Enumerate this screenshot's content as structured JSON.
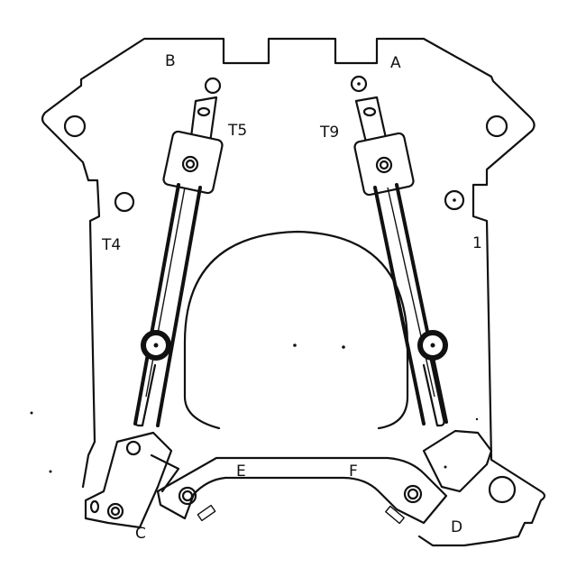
{
  "diagram": {
    "title": "",
    "labels": {
      "A": "A",
      "B": "B",
      "C": "C",
      "D": "D",
      "E": "E",
      "F": "F",
      "T4": "T4",
      "T5": "T5",
      "T9": "T9",
      "one": "1"
    },
    "components": [
      {
        "id": "left-link-arm",
        "description": "Left slotted link arm with terminal tab and pivot"
      },
      {
        "id": "right-link-arm",
        "description": "Right slotted link arm with terminal tab and pivot"
      },
      {
        "id": "bridge-plate",
        "description": "Lower bridge plate E-F connecting corners C and D"
      },
      {
        "id": "central-cutout",
        "description": "Arched central opening of base plate"
      }
    ],
    "colors": {
      "line": "#111111",
      "background": "#ffffff"
    }
  }
}
